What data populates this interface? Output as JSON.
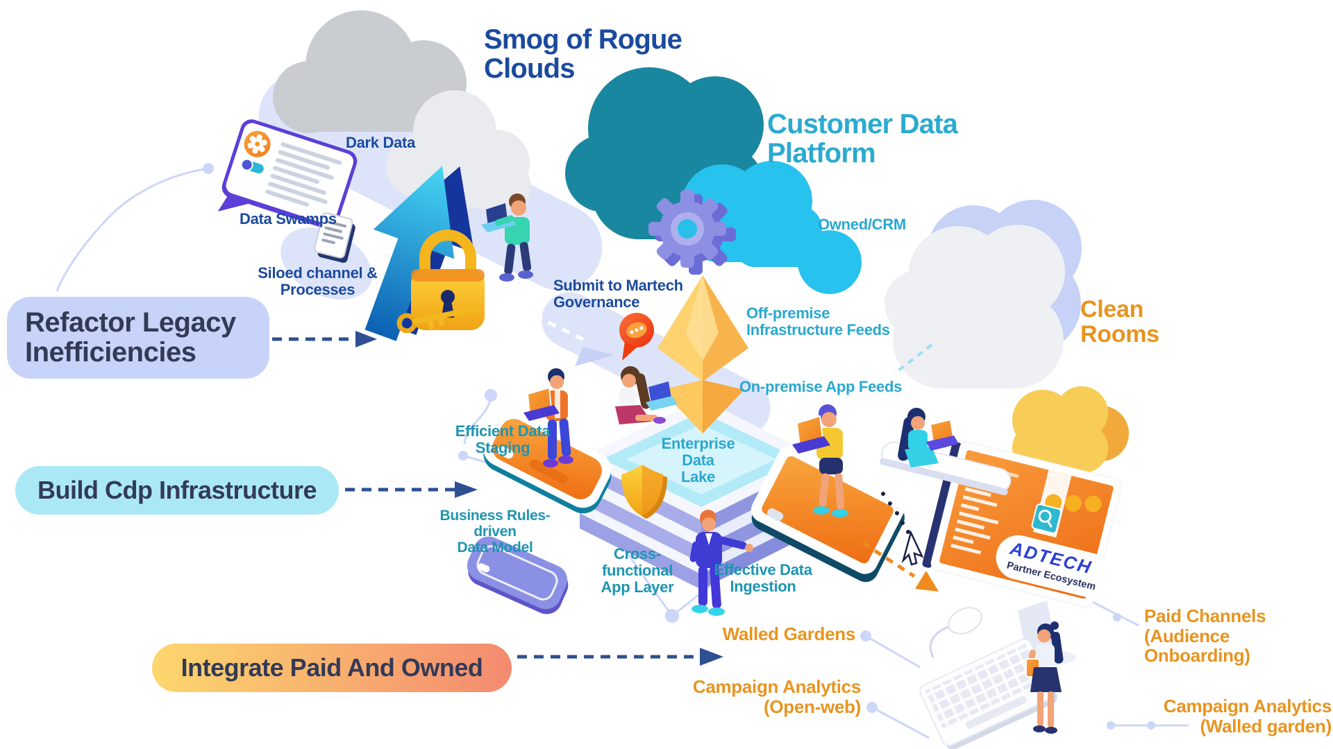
{
  "headings": {
    "smog": {
      "line1": "Smog of Rogue",
      "line2": "Clouds"
    },
    "cdp": {
      "line1": "Customer Data",
      "line2": "Platform"
    },
    "clean_rooms": {
      "line1": "Clean",
      "line2": "Rooms"
    }
  },
  "labels": {
    "dark_data": {
      "line1": "Dark Data"
    },
    "data_swamps": {
      "line1": "Data Swamps"
    },
    "siloed": {
      "line1": "Siloed channel &",
      "line2": "Processes"
    },
    "submit": {
      "line1": "Submit to Martech",
      "line2": "Governance"
    },
    "owned_crm": {
      "line1": "Owned/CRM"
    },
    "off_premise": {
      "line1": "Off-premise",
      "line2": "Infrastructure Feeds"
    },
    "on_premise": {
      "line1": "On-premise App Feeds"
    },
    "enterprise": {
      "line1": "Enterprise Data",
      "line2": "Lake"
    },
    "efficient": {
      "line1": "Efficient Data",
      "line2": "Staging"
    },
    "business": {
      "line1": "Business Rules-driven",
      "line2": "Data Model"
    },
    "cross": {
      "line1": "Cross-functional",
      "line2": "App Layer"
    },
    "effective": {
      "line1": "Effective Data",
      "line2": "Ingestion"
    },
    "walled": {
      "line1": "Walled Gardens"
    },
    "campaign_open": {
      "line1": "Campaign Analytics",
      "line2": "(Open-web)"
    },
    "paid_channels": {
      "line1": "Paid Channels",
      "line2": "(Audience Onboarding)"
    },
    "campaign_walled": {
      "line1": "Campaign Analytics",
      "line2": "(Walled garden)"
    }
  },
  "callouts": {
    "refactor": {
      "line1": "Refactor Legacy",
      "line2": "Inefficiencies"
    },
    "build": {
      "line1": "Build Cdp Infrastructure"
    },
    "integrate": {
      "line1": "Integrate Paid And Owned"
    }
  },
  "monitor": {
    "brand": "ADTECH",
    "subtitle": "Partner Ecosystem"
  },
  "icons": [
    "cloud-icon",
    "gear-icon",
    "lock-icon",
    "key-icon",
    "up-arrow-icon",
    "shield-icon",
    "diamond-icon",
    "smartphone-icon",
    "tablet-icon",
    "monitor-icon",
    "keyboard-icon",
    "mouse-icon",
    "document-icon",
    "chat-pin-icon",
    "browser-card-icon",
    "cursor-icon",
    "person-figure"
  ],
  "colors": {
    "navy_text": "#1b4a9e",
    "cyan_text": "#29a8cf",
    "teal_text": "#1e95b2",
    "orange_text": "#e8941f",
    "pill_lavender": "#c7d3f8",
    "pill_cyan": "#abe8f5",
    "pill_gradient_start": "#fcd76e",
    "pill_gradient_end": "#f48a70",
    "pill_text": "#333a56",
    "arrow_navy": "#2e4f92",
    "accent_orange": "#ef8b1e",
    "road_lavender": "#dde4fa",
    "cloud_teal": "#1a87a0",
    "cloud_cyan": "#27c2ee",
    "cloud_grey": "#c9ccd1",
    "gold": "#f4b51d",
    "gear_purple": "#8d90e2"
  }
}
